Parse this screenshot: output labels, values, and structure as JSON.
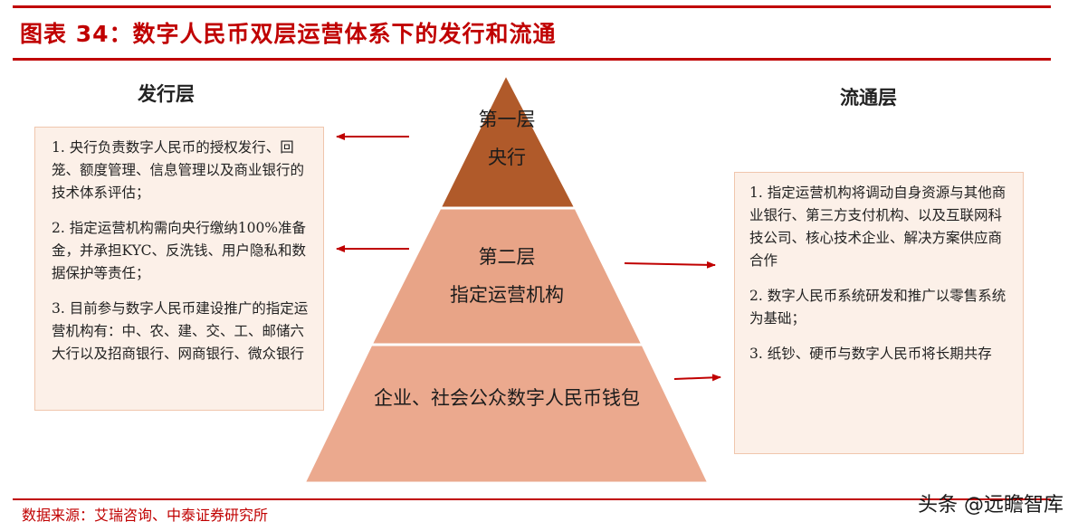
{
  "title": "图表 34：数字人民币双层运营体系下的发行和流通",
  "issuance": {
    "heading": "发行层",
    "items": [
      "1. 央行负责数字人民币的授权发行、回笼、额度管理、信息管理以及商业银行的技术体系评估；",
      "2. 指定运营机构需向央行缴纳100%准备金，并承担KYC、反洗钱、用户隐私和数据保护等责任；",
      "3. 目前参与数字人民币建设推广的指定运营机构有：中、农、建、交、工、邮储六大行以及招商银行、网商银行、微众银行"
    ]
  },
  "circulation": {
    "heading": "流通层",
    "items": [
      "1. 指定运营机构将调动自身资源与其他商业银行、第三方支付机构、以及互联网科技公司、核心技术企业、解决方案供应商合作",
      "2. 数字人民币系统研发和推广以零售系统为基础；",
      "3. 纸钞、硬币与数字人民币将长期共存"
    ]
  },
  "pyramid": {
    "layer1": {
      "name": "第一层",
      "entity": "央行",
      "color": "#b05a2a"
    },
    "layer2": {
      "name": "第二层",
      "entity": "指定运营机构",
      "color": "#e8a487"
    },
    "layer3": {
      "entity": "企业、社会公众数字人民币钱包",
      "color": "#eba98e"
    }
  },
  "source": "数据来源：艾瑞咨询、中泰证券研究所",
  "watermark": "头条 @远瞻智库",
  "colors": {
    "accent": "#c00000",
    "box_bg": "#fcf0e8",
    "box_border": "#f0c6ad"
  }
}
